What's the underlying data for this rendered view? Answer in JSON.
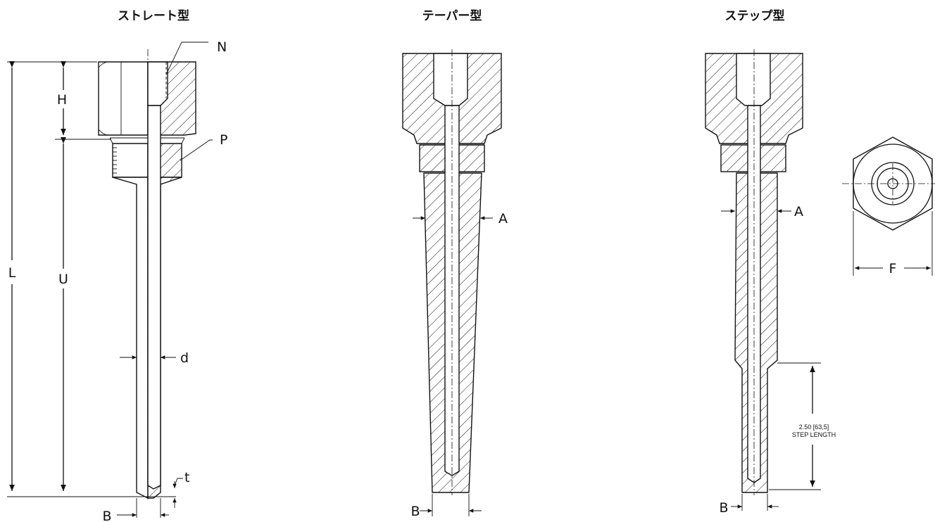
{
  "titles": {
    "straight": "ストレート型",
    "taper": "テーパー型",
    "step": "ステップ型"
  },
  "labels": {
    "N": "N",
    "H": "H",
    "P": "P",
    "L": "L",
    "U": "U",
    "d": "d",
    "t": "t",
    "B_straight": "B",
    "A_taper": "A",
    "B_taper": "B",
    "A_step": "A",
    "B_step": "B",
    "F": "F"
  },
  "step_note": {
    "value": "2.50   [63,5]",
    "caption": "STEP LENGTH"
  }
}
